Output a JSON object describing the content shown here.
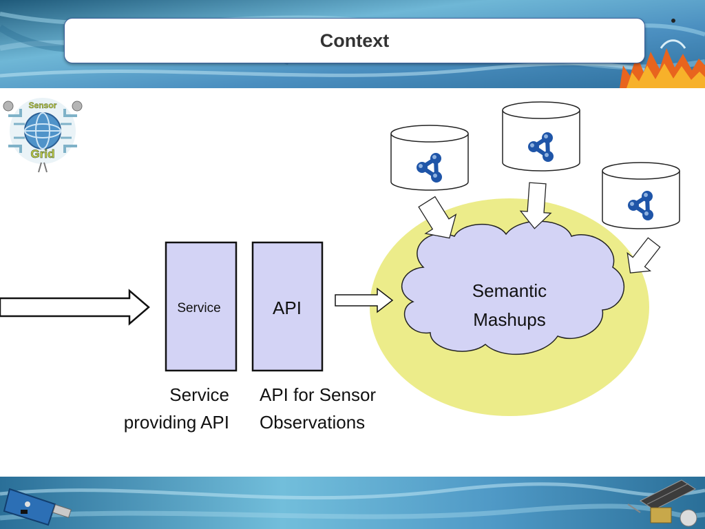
{
  "slide": {
    "title": "Context"
  },
  "logo": {
    "top_word": "Sensor",
    "bottom_word": "Grid"
  },
  "diagram": {
    "service_box_label": "Service",
    "api_box_label": "API",
    "service_caption_line1": "Service",
    "service_caption_line2": "providing API",
    "api_caption_line1": "API for Sensor",
    "api_caption_line2": "Observations",
    "cloud_label_line1": "Semantic",
    "cloud_label_line2": "Mashups"
  },
  "colors": {
    "box_fill": "#d3d3f5",
    "cloud_fill": "#d3d3f5",
    "ellipse_fill": "#ecec8a",
    "title_border": "#3b5f9a",
    "rdf_icon": "#1f55a8"
  }
}
